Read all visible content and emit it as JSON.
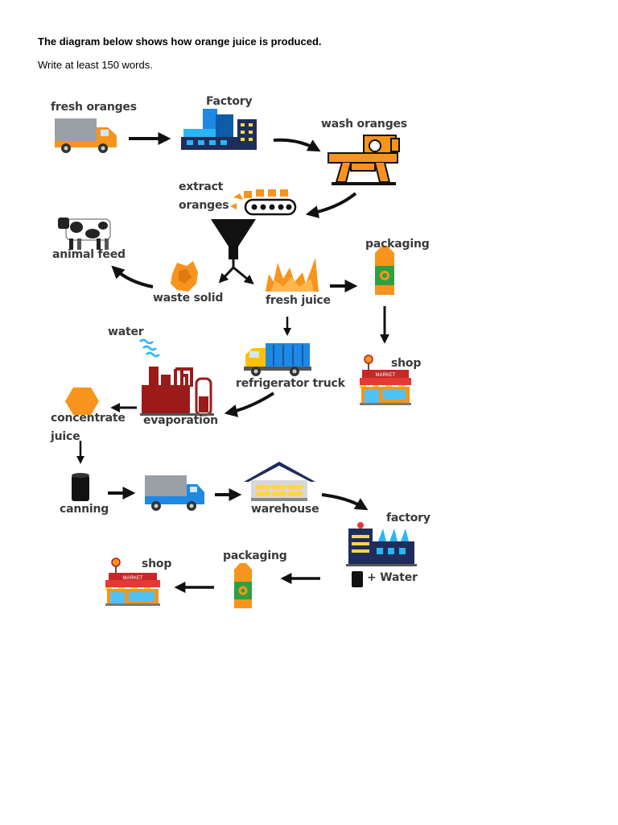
{
  "prompt": {
    "title": "The diagram below shows how orange juice is produced.",
    "instruction": "Write at least 150 words."
  },
  "labels": {
    "fresh_oranges": "fresh oranges",
    "factory": "Factory",
    "wash_oranges": "wash oranges",
    "extract": "extract",
    "oranges": "oranges",
    "animal_feed": "animal feed",
    "waste_solid": "waste solid",
    "fresh_juice": "fresh juice",
    "packaging_1": "packaging",
    "shop_1": "shop",
    "water": "water",
    "refrigerator_truck": "refrigerator truck",
    "evaporation": "evaporation",
    "concentrate": "concentrate",
    "juice": "juice",
    "canning": "canning",
    "warehouse": "warehouse",
    "factory_2": "factory",
    "plus_water": "+ Water",
    "packaging_2": "packaging",
    "shop_2": "shop",
    "market_sign": "MARKET"
  },
  "colors": {
    "orange": "#f7941d",
    "green": "#2ea043",
    "navy": "#1f2d5c",
    "blue": "#1e88e5",
    "dark_red": "#9b1b1b",
    "arrow": "#111111"
  }
}
